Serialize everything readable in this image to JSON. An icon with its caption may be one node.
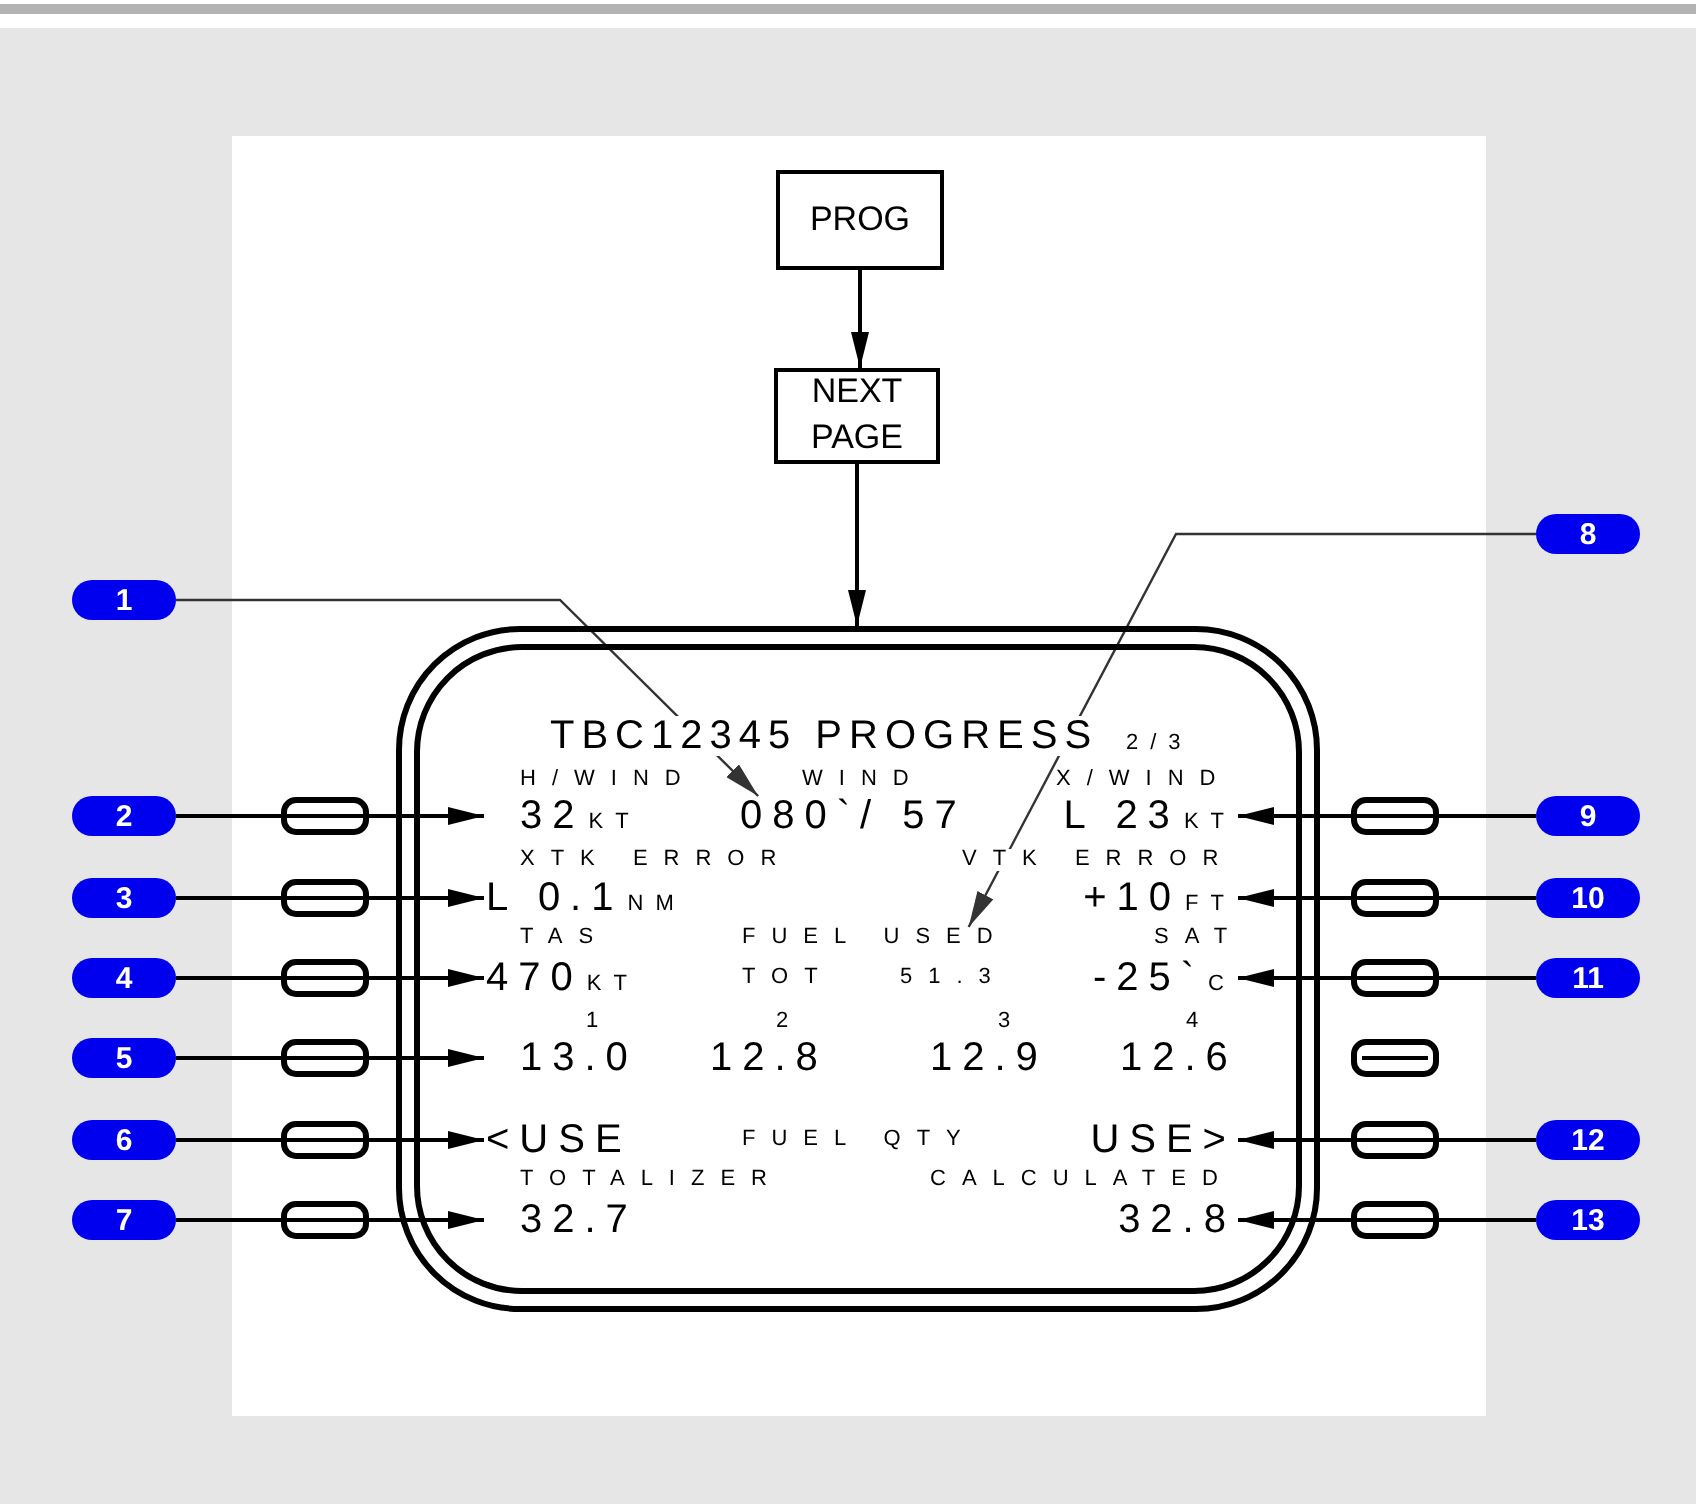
{
  "diagram": {
    "nodes": [
      {
        "text": [
          "PROG"
        ]
      },
      {
        "text": [
          "NEXT PAGE"
        ]
      },
      {
        "text": [
          "1"
        ]
      },
      {
        "text": [
          "8"
        ]
      },
      {
        "text": [],
        "shape": "box"
      },
      {
        "text": [
          "32",
          "KT"
        ],
        "in": 4
      },
      {
        "text": [
          "080`/ 57"
        ],
        "in": 4
      },
      {
        "text": [
          "L 23",
          "KT"
        ],
        "in": 4
      },
      {
        "text": [
          "L 0.1",
          "NM"
        ],
        "in": 4
      },
      {
        "text": [
          "+10",
          "FT"
        ],
        "in": 4
      },
      {
        "text": [
          "FUEL USED"
        ],
        "in": 4
      },
      {
        "text": [
          "470",
          "KT"
        ],
        "in": 4
      },
      {
        "text": [
          "-25`",
          "C"
        ],
        "in": 4
      },
      {
        "text": [
          "13.0"
        ],
        "in": 4
      },
      {
        "text": [
          "<USE"
        ],
        "in": 4
      },
      {
        "text": [
          "USE>"
        ],
        "in": 4
      },
      {
        "text": [
          "32.7"
        ],
        "in": 4
      },
      {
        "text": [
          "32.8"
        ],
        "in": 4
      },
      {
        "text": [
          "2"
        ]
      },
      {
        "text": [
          "3"
        ]
      },
      {
        "text": [
          "4"
        ]
      },
      {
        "text": [
          "5"
        ]
      },
      {
        "text": [
          "6"
        ]
      },
      {
        "text": [
          "7"
        ]
      },
      {
        "text": [
          "9"
        ]
      },
      {
        "text": [
          "10"
        ]
      },
      {
        "text": [
          "11"
        ]
      },
      {
        "text": [
          "12"
        ]
      },
      {
        "text": [
          "13"
        ]
      }
    ],
    "edges": [
      {
        "from": 0,
        "to": 1,
        "arrow": "to"
      },
      {
        "from": 1,
        "to": 4,
        "arrow": "to"
      },
      {
        "from": 2,
        "to": 6,
        "arrow": "to"
      },
      {
        "from": 3,
        "to": 10,
        "arrow": "to"
      },
      {
        "from": 18,
        "to": 5,
        "arrow": "to"
      },
      {
        "from": 19,
        "to": 8,
        "arrow": "to"
      },
      {
        "from": 20,
        "to": 11,
        "arrow": "to"
      },
      {
        "from": 21,
        "to": 13,
        "arrow": "to"
      },
      {
        "from": 22,
        "to": 14,
        "arrow": "to"
      },
      {
        "from": 23,
        "to": 16,
        "arrow": "to"
      },
      {
        "from": 24,
        "to": 7,
        "arrow": "to"
      },
      {
        "from": 25,
        "to": 9,
        "arrow": "to"
      },
      {
        "from": 26,
        "to": 12,
        "arrow": "to"
      },
      {
        "from": 27,
        "to": 15,
        "arrow": "to"
      },
      {
        "from": 28,
        "to": 17,
        "arrow": "to"
      }
    ],
    "labels": [
      "TBC12345 PROGRESS",
      "2/3",
      "H/WIND",
      "WIND",
      "X/WIND",
      "XTK ERROR",
      "VTK ERROR",
      "TAS",
      "SAT",
      "TOT",
      "51.3",
      "1",
      "2",
      "3",
      "4",
      "12.8",
      "12.9",
      "12.6",
      "FUEL QTY",
      "TOTALIZER",
      "CALCULATED"
    ]
  }
}
